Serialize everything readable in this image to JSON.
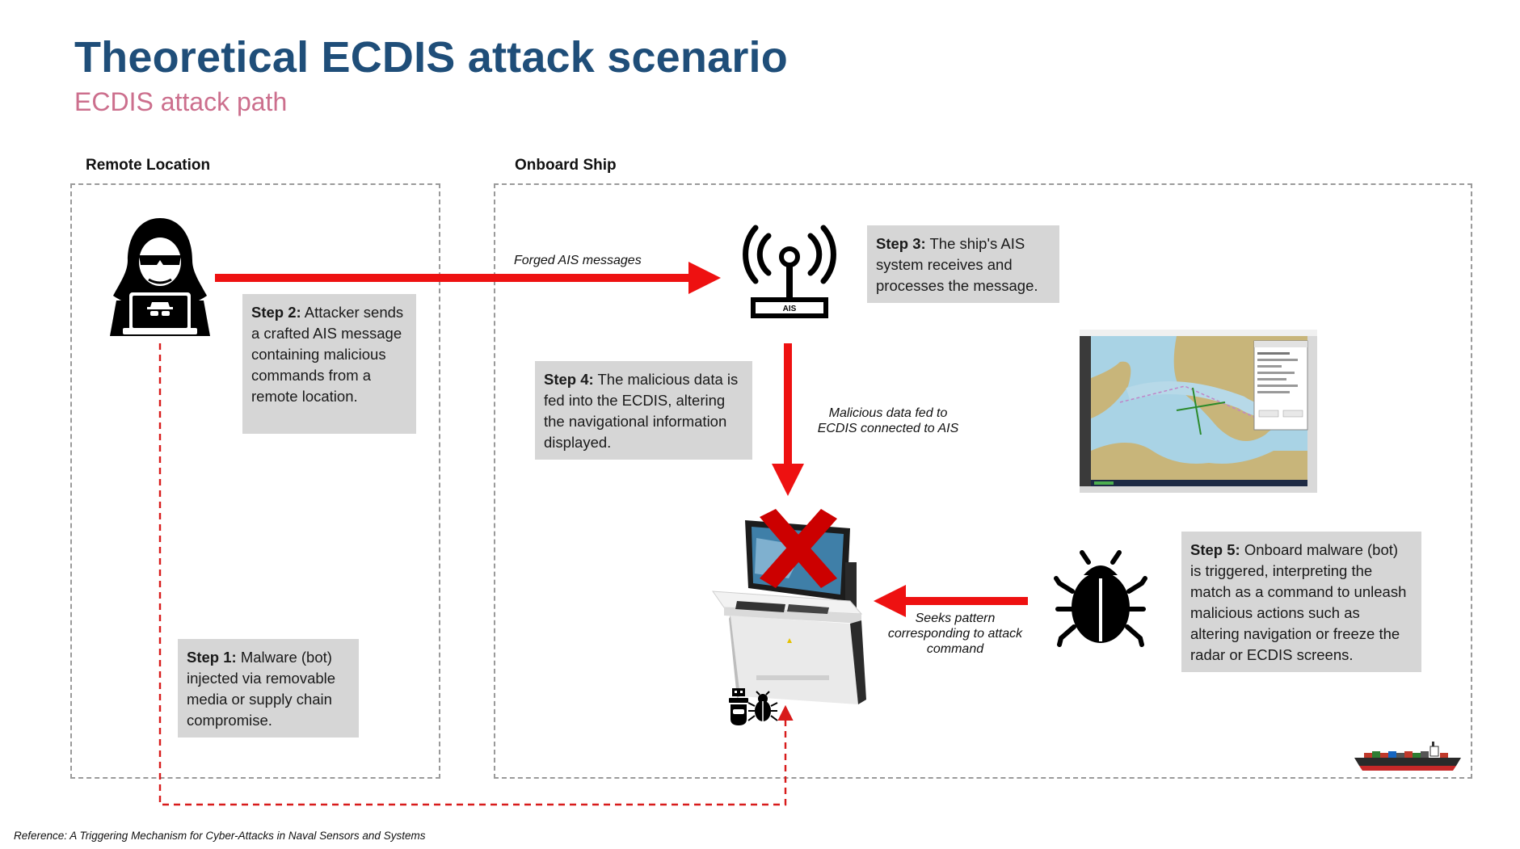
{
  "header": {
    "title": "Theoretical ECDIS attack scenario",
    "subtitle": "ECDIS attack path"
  },
  "zones": {
    "remote": "Remote Location",
    "onboard": "Onboard Ship"
  },
  "steps": [
    {
      "label": "Step 1:",
      "text": " Malware (bot) injected via removable media or supply chain compromise."
    },
    {
      "label": "Step 2:",
      "text": " Attacker sends a crafted AIS message containing malicious commands from a remote location."
    },
    {
      "label": "Step 3:",
      "text": " The ship's AIS system receives and processes the message."
    },
    {
      "label": "Step 4:",
      "text": " The malicious data is fed into the ECDIS, altering the navigational information displayed."
    },
    {
      "label": "Step 5:",
      "text": " Onboard malware (bot) is triggered, interpreting the match as a command to unleash malicious actions such as altering navigation or freeze the radar or ECDIS screens."
    }
  ],
  "captions": {
    "forged": "Forged AIS messages",
    "malicious_fed_1": "Malicious data fed to",
    "malicious_fed_2": "ECDIS connected to AIS",
    "seeks_1": "Seeks pattern",
    "seeks_2": "corresponding to attack",
    "seeks_3": "command"
  },
  "icons": {
    "ais_text": "AIS",
    "hacker": "hacker-icon",
    "antenna": "ais-antenna-icon",
    "bug": "bug-icon",
    "console": "ecdis-console-icon",
    "ship": "container-ship-icon",
    "usb": "usb-drive-icon",
    "chart": "ecdis-chart-screenshot"
  },
  "colors": {
    "title": "#1f4e79",
    "subtitle": "#cc6f8d",
    "arrow": "#ee1111",
    "box": "#d6d6d6"
  },
  "reference": "Reference: A Triggering Mechanism for Cyber-Attacks in Naval Sensors and Systems"
}
